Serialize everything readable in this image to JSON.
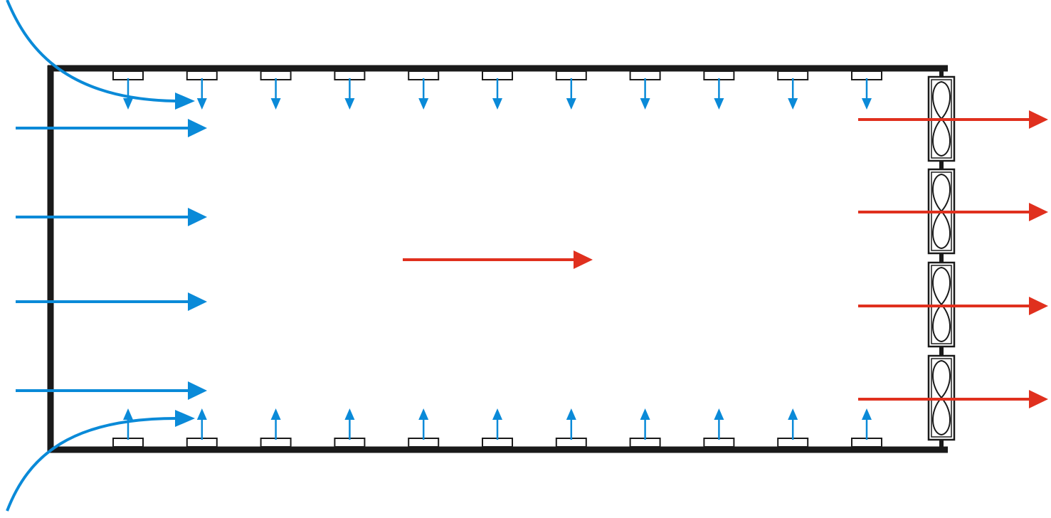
{
  "diagram": {
    "colors": {
      "background": "#ffffff",
      "wall": "#1a1a1a",
      "intake_air": "#0a8ad8",
      "exhaust_air": "#e0301e",
      "fan_outline": "#1a1a1a"
    },
    "counts": {
      "ceiling_inlets": 11,
      "floor_inlets": 11,
      "side_intake_arrows": 4,
      "corner_intake_arrows": 2,
      "exhaust_fans": 4,
      "internal_flow_arrows": 1
    },
    "icons": {
      "fan": "exhaust-fan-icon",
      "inlet": "air-inlet-icon",
      "arrow": "airflow-arrow-icon"
    }
  }
}
